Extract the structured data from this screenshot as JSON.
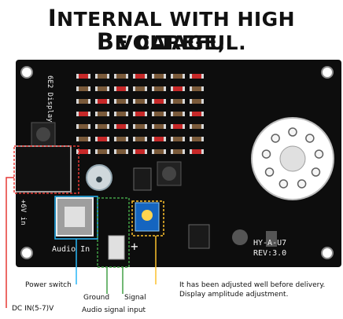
{
  "heading": {
    "line1_first": "I",
    "line1_rest": "NTERNAL WITH HIGH VOLTAGE,",
    "line2_first": "B",
    "line2_rest": "E CAREFUL."
  },
  "board_silkscreen": {
    "display": "6E2 Display",
    "voltage": "+6V in",
    "audio": "Audio In",
    "plus": "+",
    "model": "HY-A-U7",
    "rev": "REV:3.0"
  },
  "callouts": {
    "dc_in": "DC IN(5-7)V",
    "power_switch": "Power switch",
    "ground": "Ground",
    "signal": "Signal",
    "audio_input": "Audio signal input",
    "adjust_line1": "It has been adjusted well before delivery.",
    "adjust_line2": "Display amplitude adjustment."
  },
  "colors": {
    "dc_in": "#e53935",
    "power_switch": "#29b6f6",
    "audio": "#43a047",
    "adjust": "#fbc02d",
    "board": "#0d0d0d"
  }
}
